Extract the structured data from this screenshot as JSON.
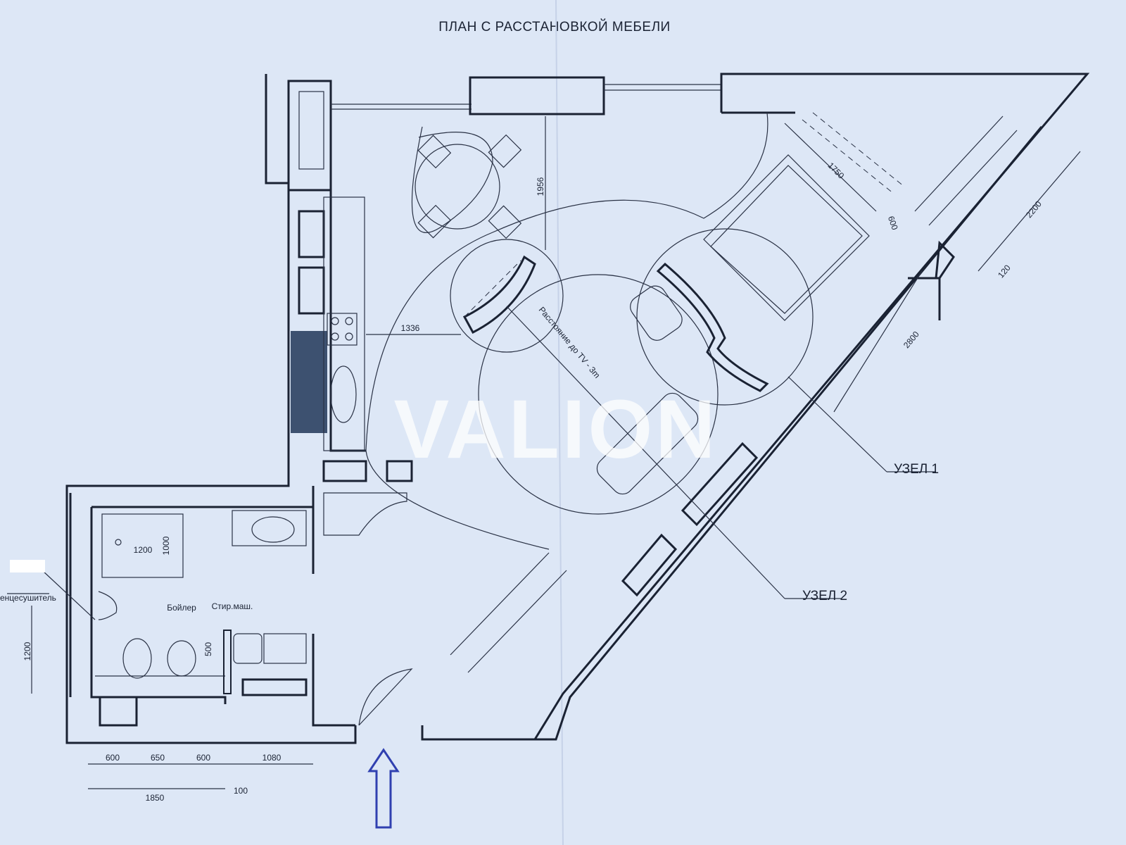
{
  "title": "ПЛАН С РАССТАНОВКОЙ МЕБЕЛИ",
  "watermark": "VALION",
  "labels": {
    "node1": "УЗЕЛ 1",
    "node2": "УЗЕЛ 2",
    "tv_distance": "Расстояние до TV - 3m",
    "boiler": "Бойлер",
    "washer": "Стир.маш.",
    "towel_dryer": "енцесушитель"
  },
  "dimensions": {
    "d1956": "1956",
    "d1336": "1336",
    "d1750": "1750",
    "d600_top": "600",
    "d2200": "2200",
    "d120": "120",
    "d2800": "2800",
    "shower_w": "1200",
    "shower_h": "1000",
    "left_1200": "1200",
    "d500": "500",
    "b600a": "600",
    "b650": "650",
    "b600b": "600",
    "b1080": "1080",
    "b100": "100",
    "b1850": "1850"
  },
  "colors": {
    "paper": "#dde7f6",
    "ink": "#1a2233",
    "column": "#3d5170",
    "arrow": "#3040b0"
  }
}
